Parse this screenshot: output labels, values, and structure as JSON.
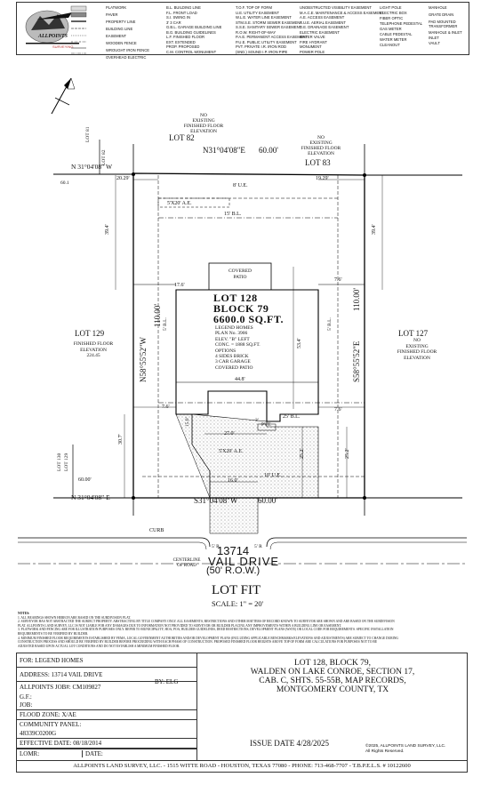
{
  "logo": {
    "company_text": "ALLPOINTS",
    "tagline": "SURVEYING"
  },
  "legend": {
    "col1": [
      "PLATWORK",
      "PAVER",
      "PROPERTY LINE",
      "BUILDING LINE",
      "EASEMENT",
      "WOODEN FENCE",
      "WROUGHT IRON FENCE",
      "OVERHEAD ELECTRIC"
    ],
    "col2": [
      "B.L.  BUILDING LINE",
      "F.L.  FRONT LOAD",
      "S.I.  SWING IN",
      "3'    3 CAR",
      "G.B.L. GARAGE BUILDING LINE",
      "B.G.  BUILDING GUIDELINES",
      "L.F.  FINISHED FLOOR",
      "EXT.  EXTENDED",
      "PROP. PROPOSED",
      "C.M.  CONTROL MONUMENT"
    ],
    "col3": [
      "T.O.F. TOP OF FORM",
      "U.E.  UTILITY EASEMENT",
      "W.L.E. WATER LINE EASEMENT",
      "STM.S.E. STORM SEWER EASEMENT",
      "S.S.E. SANITARY SEWER EASEMENT",
      "R.O.W. RIGHT-OF-WAY",
      "P.A.E. PERMANENT ACCESS EASEMENT",
      "P.U.E. PUBLIC UTILITY EASEMENT",
      "PVT.  PRIVATE   I.R. IRON ROD",
      "(SND.) SOUND     I.P. IRON PIPE"
    ],
    "col4": [
      "UNOBSTRUCTED VISIBILITY EASEMENT",
      "M.A.C.E. MAINTENANCE & ACCESS EASEMENT",
      "A.E.  ACCESS EASEMENT",
      "A.U.E. AERIAL EASEMENT",
      "D.E.  DRAINAGE EASEMENT",
      "ELECTRIC EASEMENT",
      "WATER VALVE",
      "FIRE HYDRANT",
      "MONUMENT",
      "POWER POLE"
    ],
    "col5": [
      "LIGHT POLE",
      "ELECTRIC BOX",
      "FIBER OPTIC",
      "TELEPHONE PEDESTAL",
      "GAS METER",
      "CABLE PEDESTAL",
      "WATER METER",
      "CLEANOUT"
    ],
    "col6": [
      "MANHOLE",
      "GRATE DRAIN",
      "PAD MOUNTED TRANSFORMER",
      "MANHOLE & INLET",
      "INLET",
      "VAULT"
    ]
  },
  "plat": {
    "lot82_note": [
      "NO",
      "EXISTING",
      "FINISHED FLOOR",
      "ELEVATION"
    ],
    "lot82": "LOT 82",
    "lot83_note": [
      "NO",
      "EXISTING",
      "FINISHED FLOOR",
      "ELEVATION"
    ],
    "lot83": "LOT 83",
    "lot81": "LOT 81",
    "lot82_small": "LOT 82",
    "top_bearing": "N31°04'08\"E",
    "top_distance": "60.00'",
    "left_top_bearing": "N 31°04'08\" W",
    "dim_601": "60.1",
    "dim_2029": "20.29'",
    "dim_1929": "19.29'",
    "ue_8": "8' U.E.",
    "ae_5x20": "5'X20' A.E.",
    "bl_15": "15' B.L.",
    "dim_394_l": "39.4'",
    "dim_394_r": "39.4'",
    "covered_patio": [
      "COVERED",
      "PATIO"
    ],
    "dim_176": "17.6'",
    "dim_76_a": "7.6'",
    "lot128": "LOT 128",
    "block": "BLOCK 79",
    "sqft": "6600.0 SQ.FT.",
    "house_notes": [
      "LEGEND HOMES",
      "PLAN No. 3906",
      "ELEV. \"B\" LEFT",
      "CONC. = 1888 SQ.FT.",
      "OPTIONS",
      "4 SIDES BRICK",
      "3 CAR GARAGE",
      "COVERED PATIO"
    ],
    "left_bearing": "N58°55'52\"W",
    "left_distance": "110.00'",
    "right_bearing": "S58°55'52\"E",
    "right_distance": "110.00'",
    "bl5_l": "5' B.L.",
    "bl5_r": "5' B.L.",
    "dim_534": "53.4'",
    "lot129": "LOT 129",
    "lot129_note": [
      "FINISHED FLOOR",
      "ELEVATION",
      "224.45"
    ],
    "lot127": "LOT 127",
    "lot127_note": [
      "NO",
      "EXISTING",
      "FINISHED FLOOR",
      "ELEVATION"
    ],
    "dim_448": "44.8'",
    "dim_76_b": "7.6'",
    "dim_76_c": "7.6'",
    "bl_25": "25' B.L.",
    "dim_150": "15.0'",
    "dim_270": "27.0'",
    "pvt": "PVT.",
    "dim_3": "3'",
    "ae_5x20_b": "5'X20' A.E.",
    "dim_307": "30.7'",
    "dim_252_l": "25.2'",
    "dim_252_r": "25.2'",
    "ue_10": "10' U.E.",
    "dim_160": "16.0'",
    "lot130": "LOT 130",
    "lot129_small": "LOT 129",
    "bottom_left_distance": "60.00'",
    "bottom_left_bearing": "N 31°04'08\" E",
    "bottom_bearing": "S31°04'08\"W",
    "bottom_distance": "60.00'",
    "curb": "CURB",
    "r5_l": "5' R",
    "r5_r": "5' R",
    "street_number": "13714",
    "street_name": "VAIL DRIVE",
    "centerline": [
      "CENTERLINE",
      "OF ROAD"
    ],
    "row": "(50' R.O.W.)",
    "lot_fit": "LOT FIT",
    "scale": "SCALE: 1\" = 20'"
  },
  "notes": {
    "heading": "NOTES:",
    "lines": [
      "1.  ALL BEARINGS SHOWN HEREON ARE BASED ON THE SUBDIVISION PLAT.",
      "2.  SURVEYOR HAS NOT ABSTRACTED THE SUBJECT PROPERTY. ABSTRACTING BY TITLE COMPANY ONLY. ALL EASEMENTS, RESTRICTIONS AND OTHER MATTERS OF RECORD KNOWN TO SURVEYOR ARE SHOWN AND ARE BASED ON THE SUBDIVISION",
      "    PLAT. ALLPOINTS LAND SURVEY, LLC IS NOT LIABLE FOR ANY DAMAGES DUE TO INFORMATION NOT PROVIDED TO SURVEYOR OR BUILDER PLACING ANY IMPROVEMENTS WITHIN A BUILDING LINE OR EASEMENT.",
      "3.  PLATWORK AND FENCING ARE FOR ILLUSTRATION PURPOSES ONLY. REFER TO MUNICIPALITY, HOA, POA, BUILDER GUIDELINES, DEED RESTRICTIONS, DEVELOPMENT PLANS (WSTE) OR LOCAL CODE FOR REQUIREMENTS. SPECIFIC INSTALLATION",
      "    REQUIREMENTS TO BE VERIFIED BY BUILDER.",
      "4.  MINIMUM FINISHED FLOOR REQUIREMENTS ESTABLISHED BY FEMA, LOCAL GOVERNMENT AUTHORITIES AND/OR DEVELOPMENT PLANS (INCLUDING APPLICABLE BENCHMARKS/ELEVATIONS AND ADJUSTMENTS) ARE SUBJECT TO CHANGE DURING",
      "    CONSTRUCTION PROCESS AND SHOULD BE VERIFIED BY BUILDER BEFORE PROCEEDING WITH EACH PHASE OF CONSTRUCTION. PROPOSED FINISHED FLOOR HEIGHTS ABOVE TOP OF FORM ARE CALCULATIONS FOR PURPOSES NOT TO BE",
      "    ADJUSTED BASED UPON ACTUAL LOT CONDITIONS AND DO NOT ESTABLISH A MINIMUM FINISHED FLOOR."
    ]
  },
  "info": {
    "for": "FOR:   LEGEND HOMES",
    "address": "ADDRESS: 13714 VAIL DRIVE",
    "job": "ALLPOINTS JOB#: CM109827",
    "by": "BY: ELG",
    "gf": "G.F.:",
    "job2": "JOB:",
    "flood": "FLOOD ZONE: X/AE",
    "panel_label": "COMMUNITY PANEL:",
    "panel": "48339C0200G",
    "effective": "EFFECTIVE DATE: 08/18/2014",
    "lomr": "LOMR:",
    "date": "DATE:",
    "desc": [
      "LOT 128, BLOCK 79,",
      "WALDEN ON LAKE CONROE, SECTION 17,",
      "CAB. C, SHTS. 55-55B, MAP RECORDS,",
      "MONTGOMERY COUNTY, TX"
    ],
    "issue": "ISSUE DATE 4/28/2025",
    "copyright": [
      "©2025, ALLPOINTS LAND SURVEY, LLC.",
      "All Rights Reserved."
    ]
  },
  "footer": "ALLPOINTS LAND SURVEY, LLC. - 1515 WITTE ROAD - HOUSTON, TEXAS 77080 - PHONE: 713-468-7707 - T.B.P.E.L.S. # 10122600"
}
